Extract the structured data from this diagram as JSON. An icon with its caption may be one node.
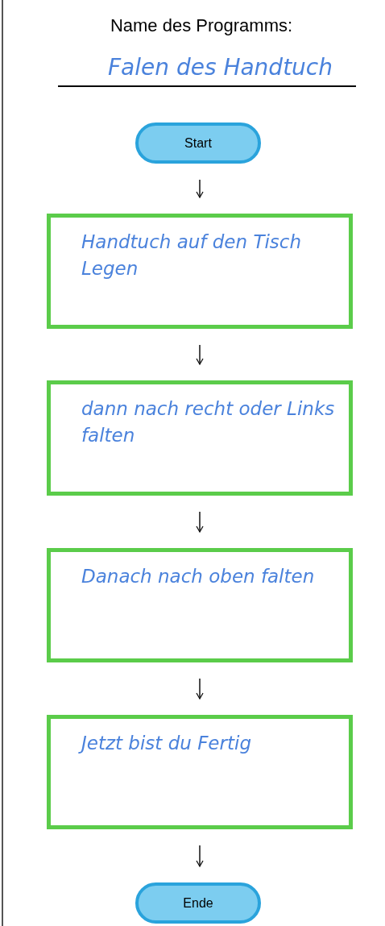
{
  "diagram": {
    "title": "Name des Programms:",
    "nodes": [
      {
        "text": [
          "Start"
        ]
      },
      {
        "text": [
          "Handtuch auf den Tisch Legen"
        ]
      },
      {
        "text": [
          "dann nach recht oder Links falten"
        ]
      },
      {
        "text": [
          "Danach nach oben falten"
        ]
      },
      {
        "text": [
          "Jetzt bist du Fertig"
        ]
      },
      {
        "text": [
          "Ende"
        ]
      }
    ],
    "edges": [
      {
        "from": 0,
        "to": 1,
        "arrow": "to"
      },
      {
        "from": 1,
        "to": 2,
        "arrow": "to"
      },
      {
        "from": 2,
        "to": 3,
        "arrow": "to"
      },
      {
        "from": 3,
        "to": 4,
        "arrow": "to"
      },
      {
        "from": 4,
        "to": 5,
        "arrow": "to"
      }
    ],
    "labels": [
      "Falen des Handtuch"
    ]
  }
}
